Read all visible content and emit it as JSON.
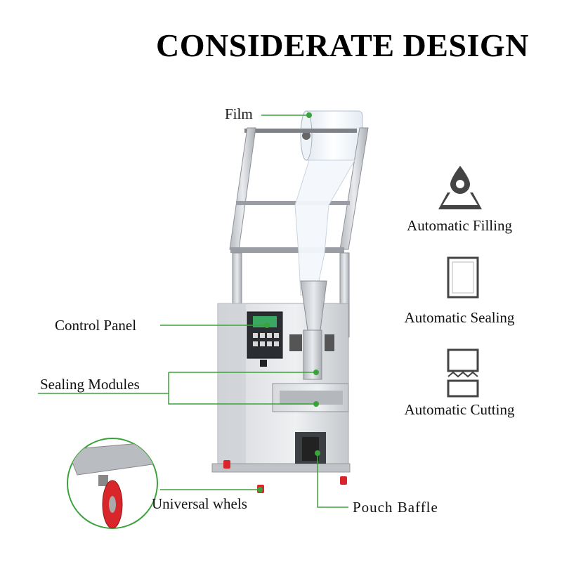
{
  "title": "CONSIDERATE DESIGN",
  "callouts": {
    "film": "Film",
    "control_panel": "Control Panel",
    "sealing_modules": "Sealing Modules",
    "universal_wheels": "Universal whels",
    "pouch_baffle": "Pouch Baffle"
  },
  "features": [
    {
      "label": "Automatic Filling",
      "icon": "water-drop-tray-icon"
    },
    {
      "label": "Automatic Sealing",
      "icon": "sealed-pouch-icon"
    },
    {
      "label": "Automatic Cutting",
      "icon": "cut-pouch-icon"
    }
  ],
  "colors": {
    "accent_line": "#3aa33a",
    "wheel_red": "#d8262a",
    "steel": "#c9ccd0"
  }
}
